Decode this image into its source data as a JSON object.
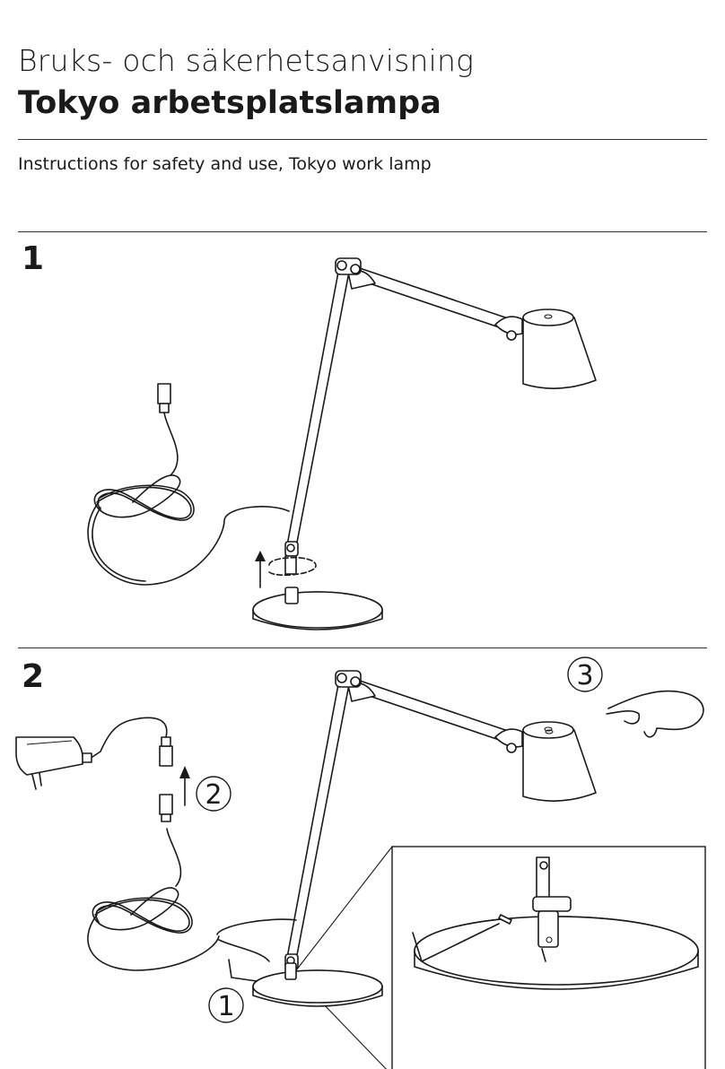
{
  "header": {
    "title_light": "Bruks- och säkerhetsanvisning",
    "title_bold": "Tokyo arbetsplatslampa",
    "subtitle": "Instructions for safety and use, Tokyo work lamp"
  },
  "steps": [
    {
      "number": "1"
    },
    {
      "number": "2",
      "callouts": [
        "1",
        "2",
        "3"
      ]
    }
  ]
}
